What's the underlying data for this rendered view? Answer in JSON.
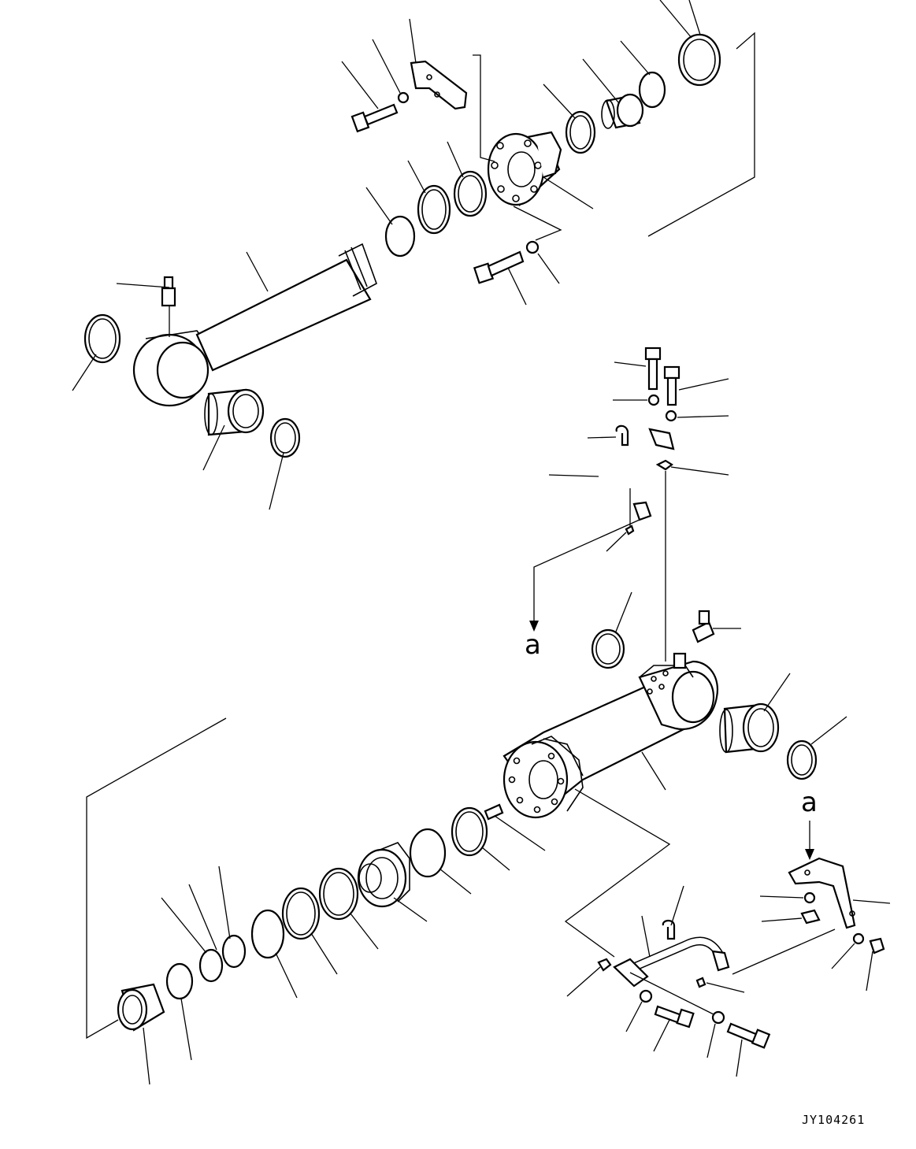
{
  "diagram": {
    "reference_labels": [
      "a",
      "a"
    ],
    "drawing_code": "JY104261",
    "colors": {
      "ink": "#000000",
      "paper": "#ffffff"
    }
  }
}
